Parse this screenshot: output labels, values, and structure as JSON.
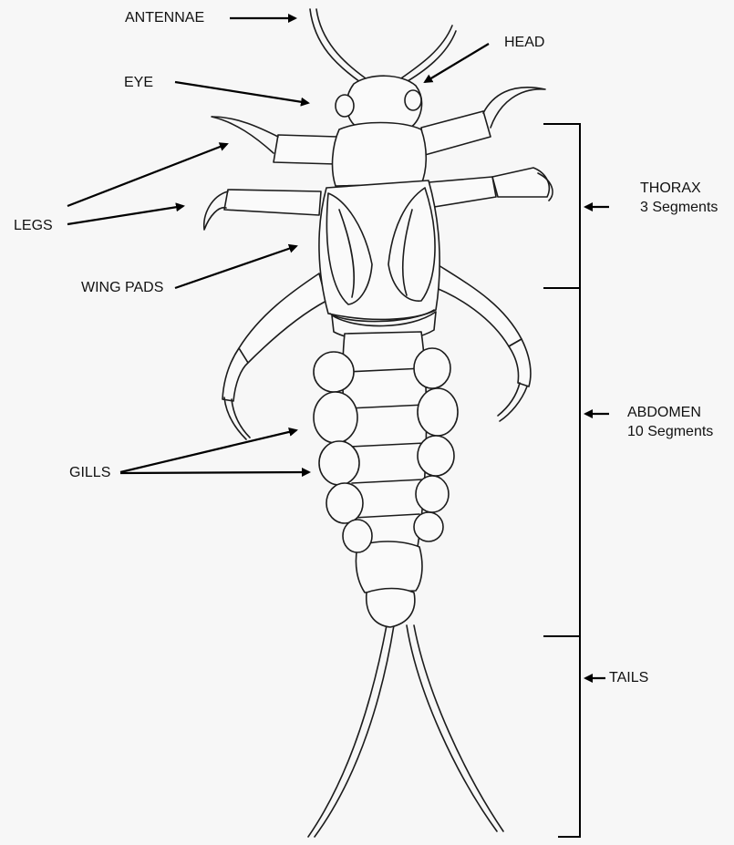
{
  "labels": {
    "antennae": "ANTENNAE",
    "head": "HEAD",
    "eye": "EYE",
    "legs": "LEGS",
    "wing_pads": "WING PADS",
    "gills": "GILLS",
    "thorax": "THORAX",
    "thorax_segments": "3 Segments",
    "abdomen": "ABDOMEN",
    "abdomen_segments": "10 Segments",
    "tails": "TAILS"
  }
}
